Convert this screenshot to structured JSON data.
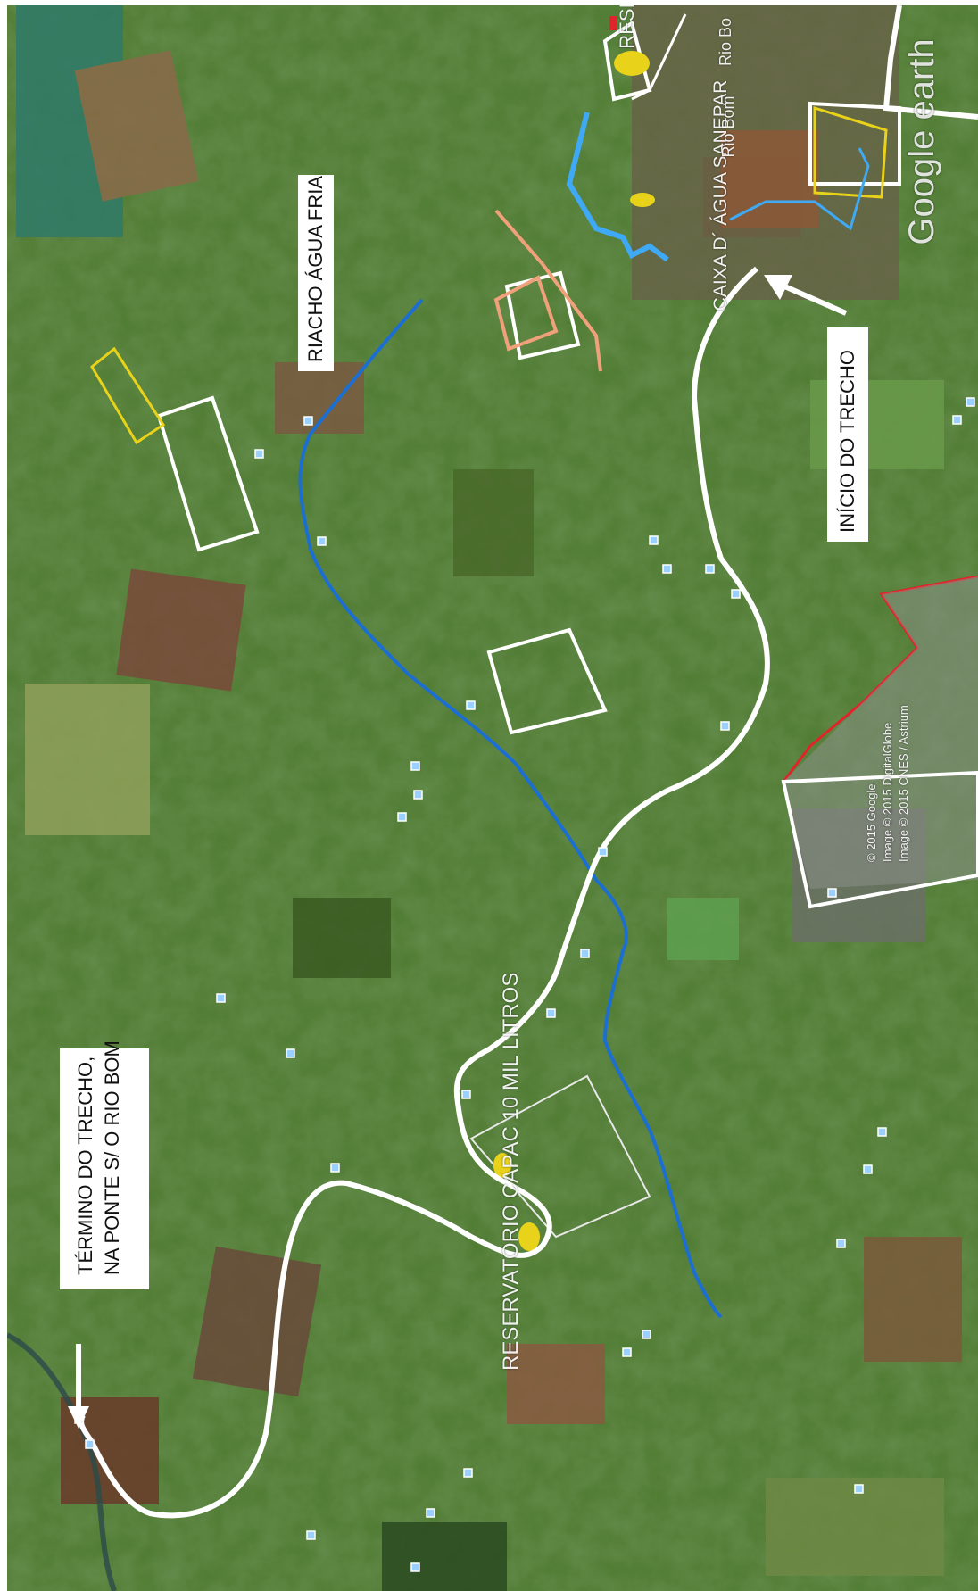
{
  "map": {
    "labels": {
      "inicio": "INÍCIO DO TRECHO",
      "termino_line1": "TÉRMINO DO TRECHO,",
      "termino_line2": "NA PONTE S/ O RIO BOM",
      "riacho": "RIACHO ÁGUA FRIA",
      "reservatorio": "RESERVATORIO CAPAC 10 MIL LITROS",
      "caixa": "CAIXA D´ ÁGUA SANEPAR",
      "rio_bom_1": "Rio Bom",
      "rio_bom_2": "Rio Bo",
      "resi": "RESI"
    },
    "logo": "Google earth",
    "credits": [
      "© 2015 Google",
      "Image © 2015 DigitalGlobe",
      "Image © 2015 CNES / Astrium"
    ],
    "colors": {
      "route": "#ffffff",
      "stream": "#1c6fd0",
      "water_pipe": "#3fa9f5",
      "parcel_yellow": "#e8d21a",
      "parcel_orange": "#f0a07a",
      "boundary_red": "#e0242a",
      "vegetation_dark": "#2f5a22",
      "vegetation_light": "#5f8f3a"
    }
  }
}
